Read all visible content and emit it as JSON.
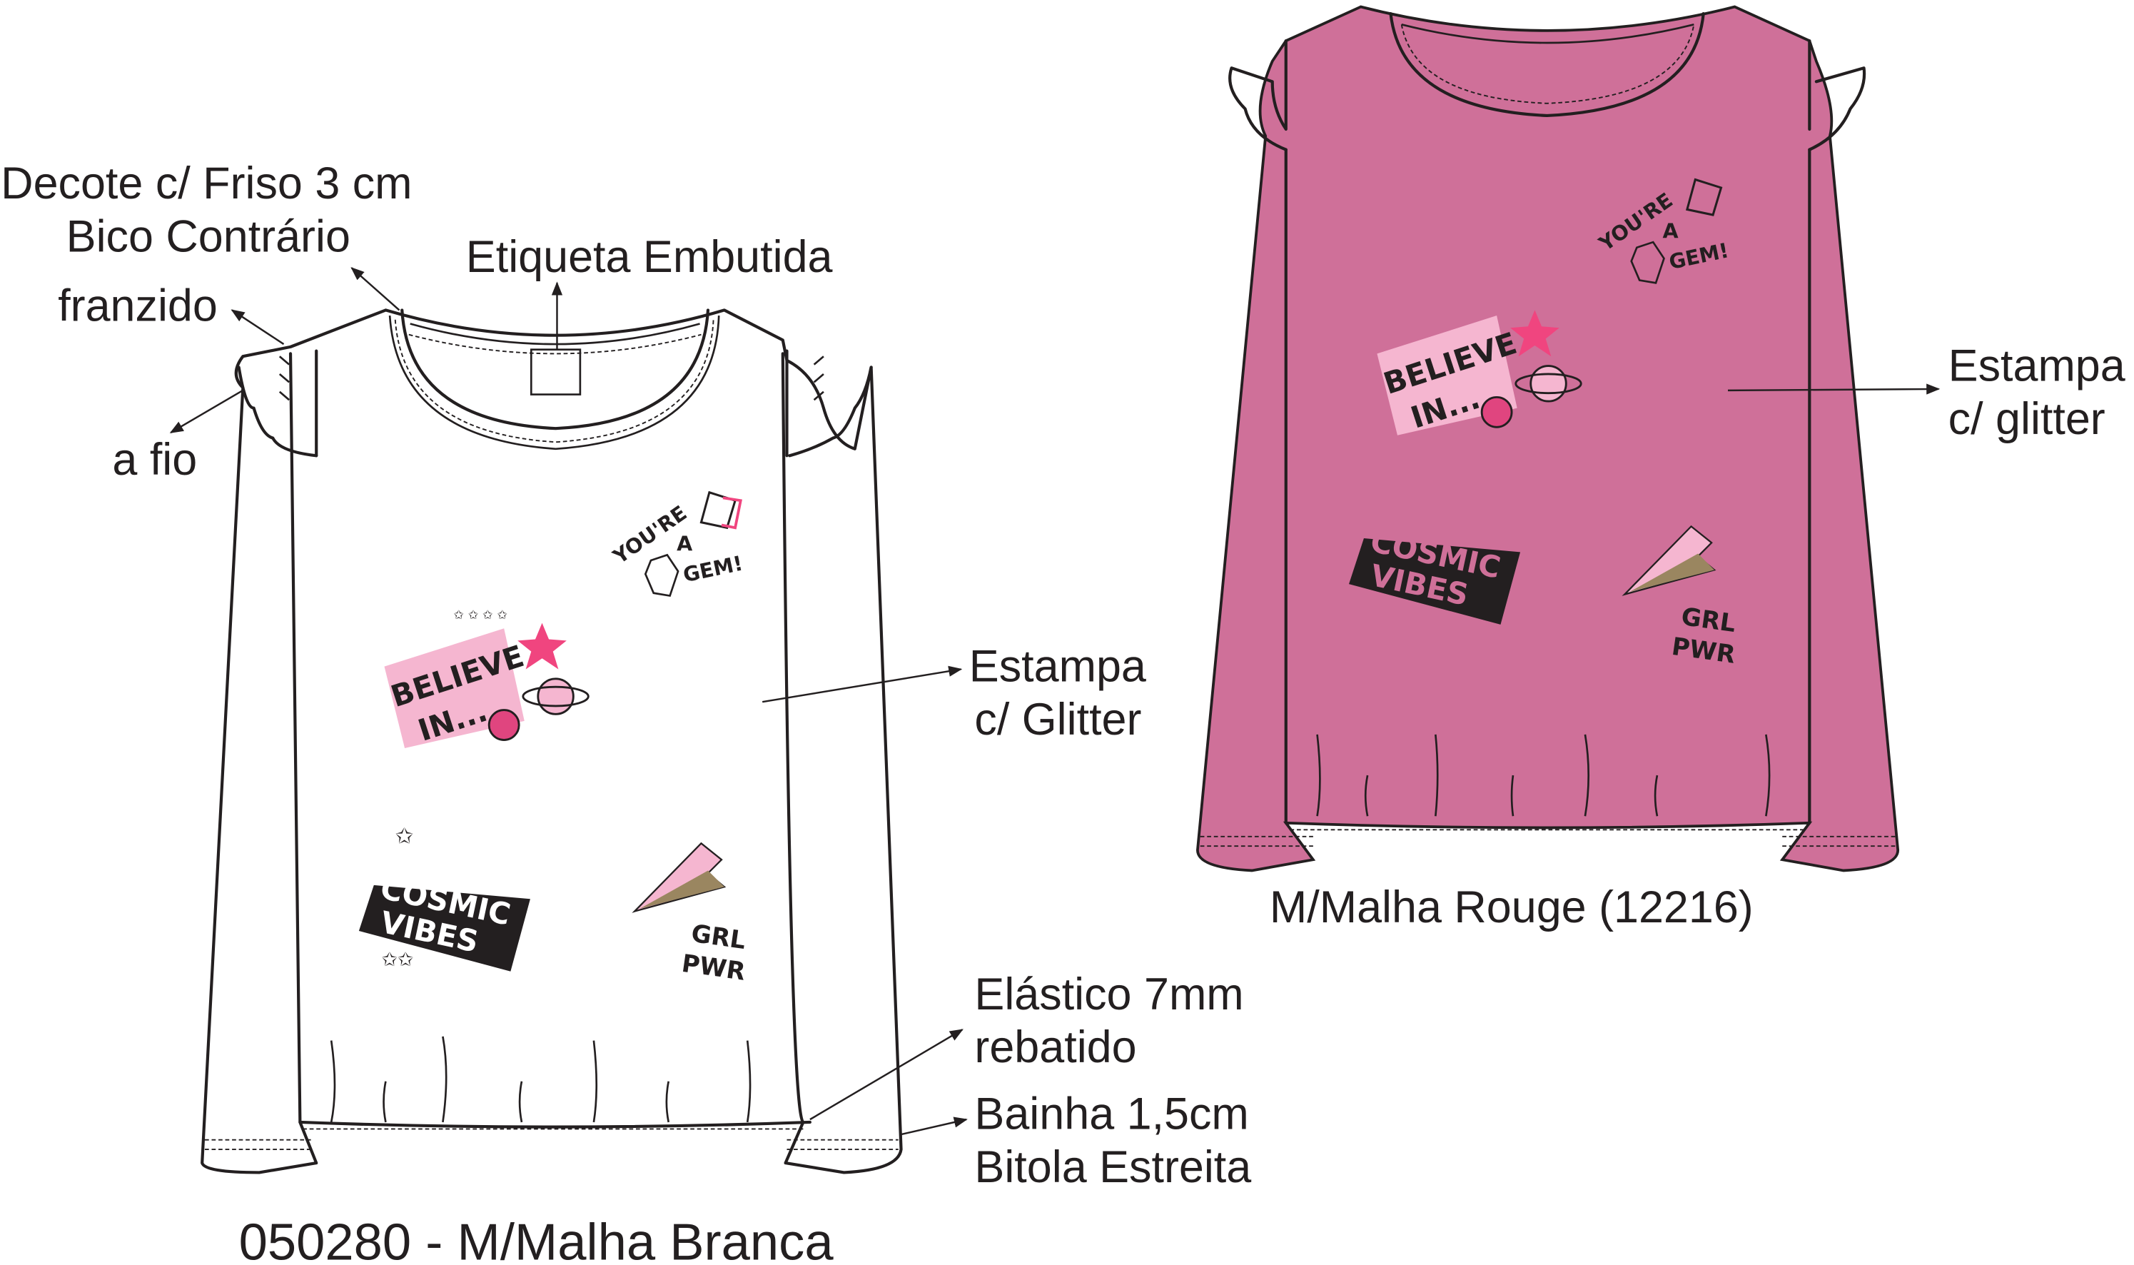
{
  "labels": {
    "decote": "Decote c/ Friso 3 cm",
    "bico": "Bico Contrário",
    "franzido": "franzido",
    "a_fio": "a fio",
    "etiqueta": "Etiqueta Embutida",
    "estampa_left_1": "Estampa",
    "estampa_left_2": "c/ Glitter",
    "elastico_1": "Elástico 7mm",
    "elastico_2": "rebatido",
    "bainha_1": "Bainha 1,5cm",
    "bainha_2": "Bitola Estreita",
    "estampa_right_1": "Estampa",
    "estampa_right_2": "c/ glitter"
  },
  "captions": {
    "left": "050280 - M/Malha Branca",
    "right": "M/Malha Rouge (12216)"
  },
  "prints": {
    "gem_1": "YOU'RE",
    "gem_2": "A",
    "gem_3": "GEM!",
    "believe_1": "BELIEVE",
    "believe_2": "IN...",
    "cosmic_1": "COSMIC",
    "cosmic_2": "VIBES",
    "grl_1": "GRL",
    "grl_2": "PWR"
  },
  "colors": {
    "rouge": "#cf7099",
    "print_pink": "#f0457f",
    "print_light_pink": "#f5b6d0",
    "ink": "#231f20"
  }
}
